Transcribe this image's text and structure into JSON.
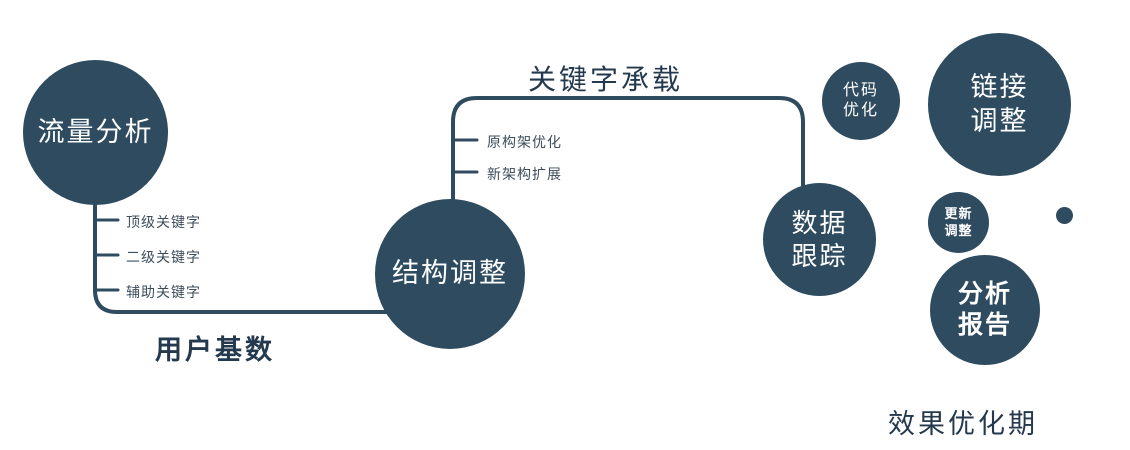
{
  "colors": {
    "node": "#2e4b60",
    "node_text": "#ffffff",
    "line": "#2e4b60",
    "label_large": "#24394e",
    "label_small": "#3d4d5c"
  },
  "nodes": {
    "traffic_analysis": {
      "label": "流量分析"
    },
    "structure_adjustment": {
      "label": "结构调整"
    },
    "data_tracking": {
      "line1": "数据",
      "line2": "跟踪"
    },
    "code_optimization": {
      "line1": "代码",
      "line2": "优化"
    },
    "link_adjustment": {
      "line1": "链接",
      "line2": "调整"
    },
    "update_adjustment": {
      "line1": "更新",
      "line2": "调整"
    },
    "analysis_report": {
      "line1": "分析",
      "line2": "报告"
    }
  },
  "edge_labels": {
    "top": "关键字承载",
    "bottom": "用户基数"
  },
  "branches": {
    "traffic": [
      "顶级关键字",
      "二级关键字",
      "辅助关键字"
    ],
    "structure": [
      "原构架优化",
      "新架构扩展"
    ]
  },
  "caption": "效果优化期"
}
